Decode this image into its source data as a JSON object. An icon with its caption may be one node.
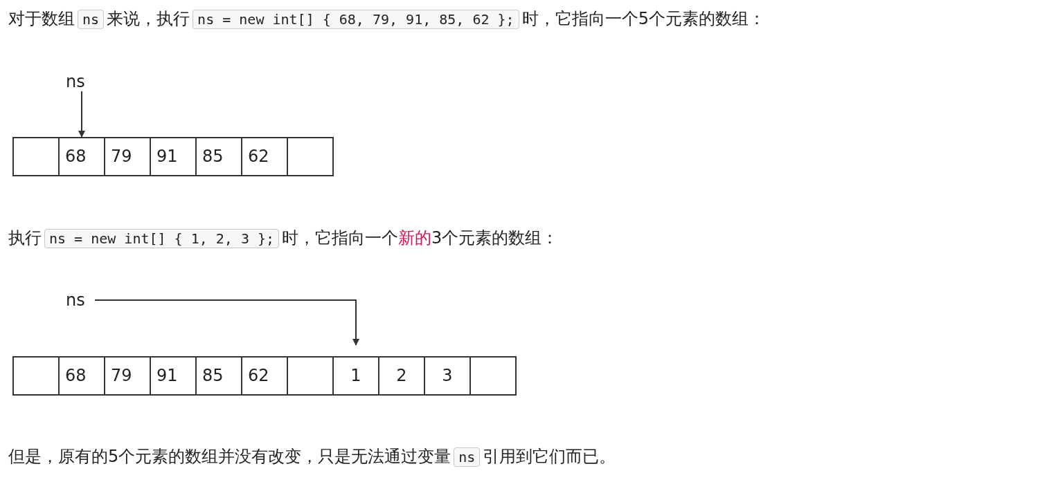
{
  "diagram": {
    "nodes": [
      {
        "text": [
          "ns"
        ]
      },
      {
        "text": [],
        "shape": "box"
      },
      {
        "text": [
          "68"
        ]
      },
      {
        "text": [
          "79"
        ]
      },
      {
        "text": [
          "91"
        ]
      },
      {
        "text": [
          "85"
        ]
      },
      {
        "text": [
          "62"
        ]
      },
      {
        "text": [],
        "shape": "box"
      },
      {
        "text": [
          "ns"
        ]
      },
      {
        "text": [],
        "shape": "box"
      },
      {
        "text": [
          "68"
        ]
      },
      {
        "text": [
          "79"
        ]
      },
      {
        "text": [
          "91"
        ]
      },
      {
        "text": [
          "85"
        ]
      },
      {
        "text": [
          "62"
        ]
      },
      {
        "text": [],
        "shape": "box"
      },
      {
        "text": [
          "1"
        ]
      },
      {
        "text": [
          "2"
        ]
      },
      {
        "text": [
          "3"
        ]
      },
      {
        "text": [],
        "shape": "box"
      }
    ],
    "edges": [
      {
        "from": 0,
        "to": 2,
        "arrow": "to"
      },
      {
        "from": 8,
        "to": 16,
        "arrow": "to"
      }
    ],
    "labels": [
      "对于数组",
      "ns",
      "来说，执行",
      "ns = new int[] { 68, 79, 91, 85, 62 };",
      "时，它指向一个5个元素的数组：",
      "执行",
      "ns = new int[] { 1, 2, 3 };",
      "时，它指向一个",
      "新的",
      "3个元素的数组：",
      "但是，原有的5个元素的数组并没有改变，只是无法通过变量",
      "ns",
      "引用到它们而已。"
    ]
  }
}
